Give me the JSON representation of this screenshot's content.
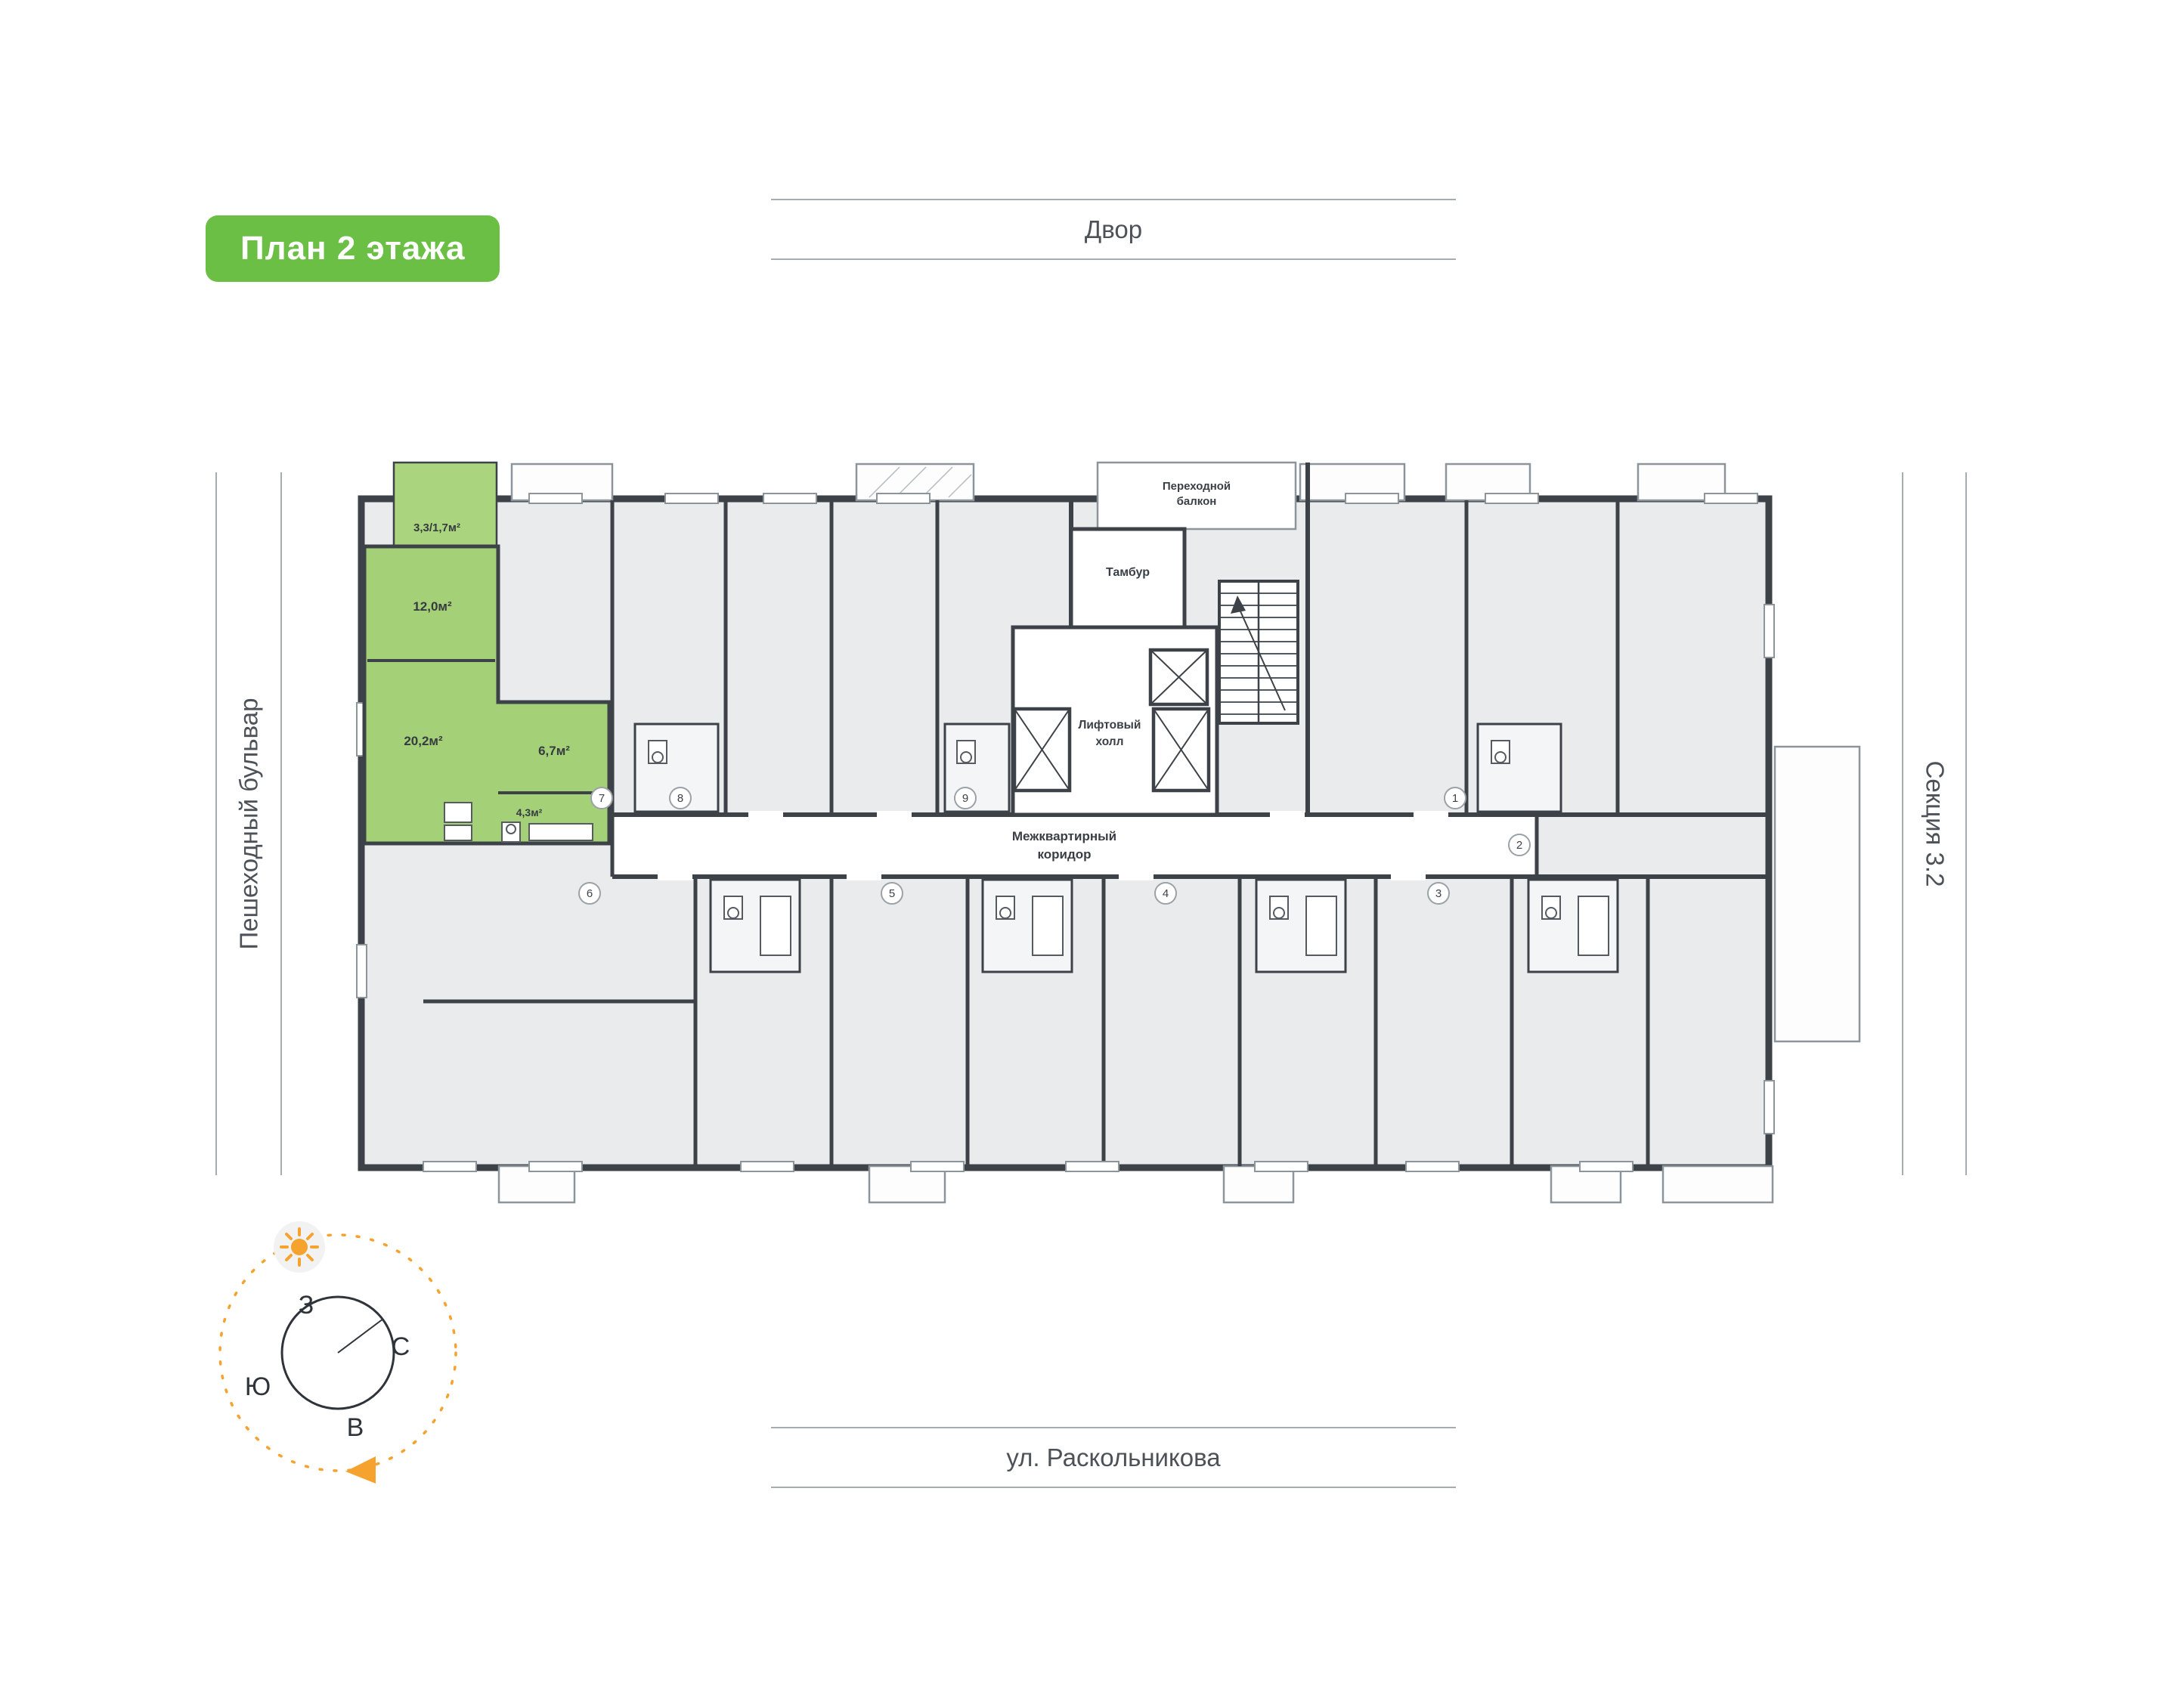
{
  "badge": {
    "label": "План 2 этажа"
  },
  "surroundings": {
    "top": "Двор",
    "left": "Пешеходный бульвар",
    "right": "Секция 3.2",
    "bottom": "ул. Раскольникова"
  },
  "compass": {
    "west": "З",
    "north": "С",
    "south": "Ю",
    "east": "В"
  },
  "plan": {
    "labels": {
      "transition_balcony": {
        "line1": "Переходной",
        "line2": "балкон"
      },
      "vestibule": "Тамбур",
      "elevator_hall": {
        "line1": "Лифтовый",
        "line2": "холл"
      },
      "corridor": {
        "line1": "Межквартирный",
        "line2": "коридор"
      }
    },
    "highlighted_apartment": {
      "balcony_area": "3,3/1,7м²",
      "room_area": "12,0м²",
      "living_area": "20,2м²",
      "hall_area": "6,7м²",
      "bathroom_area": "4,3м²"
    },
    "apartment_numbers": [
      "7",
      "8",
      "9",
      "1",
      "2",
      "6",
      "5",
      "4",
      "3"
    ]
  },
  "colors": {
    "badge_green": "#6abf44",
    "apartment_green": "#a4d077",
    "wall": "#3d4248",
    "room_fill": "#e9ebec",
    "accent_orange": "#f5a32e"
  }
}
